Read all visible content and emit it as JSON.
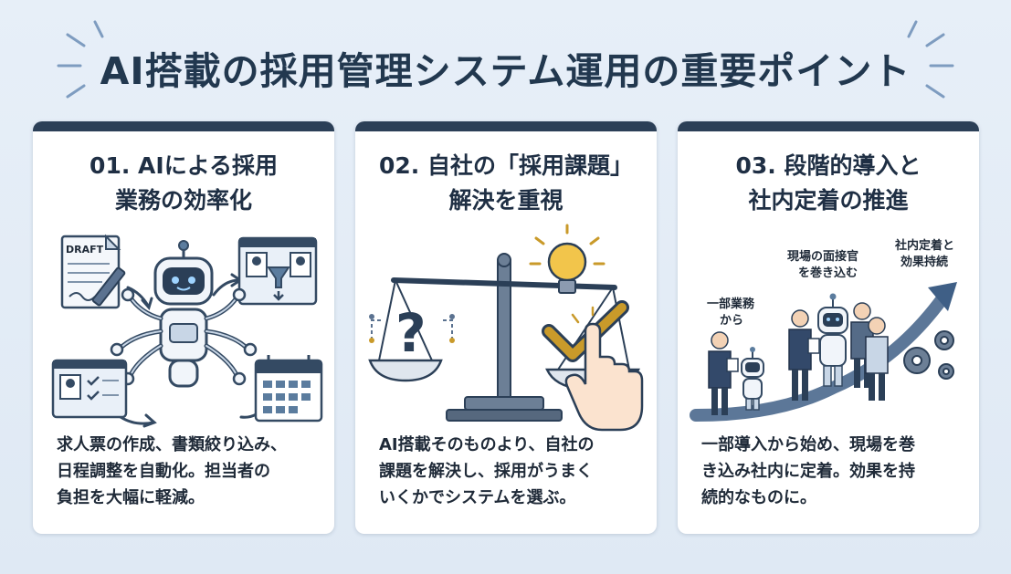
{
  "title": "AI搭載の採用管理システム運用の重要ポイント",
  "cards": [
    {
      "heading_line1": "01. AIによる採用",
      "heading_line2": "業務の効率化",
      "body_line1": "求人票の作成、書類絞り込み、",
      "body_line2": "日程調整を自動化。担当者の",
      "body_line3": "負担を大幅に軽減。",
      "illustration": {
        "draft_label": "DRAFT"
      }
    },
    {
      "heading_line1": "02. 自社の「採用課題」",
      "heading_line2": "解決を重視",
      "body_line1": "AI搭載そのものより、自社の",
      "body_line2": "課題を解決し、採用がうまく",
      "body_line3": "いくかでシステムを選ぶ。"
    },
    {
      "heading_line1": "03. 段階的導入と",
      "heading_line2": "社内定着の推進",
      "body_line1": "一部導入から始め、現場を巻",
      "body_line2": "き込み社内に定着。効果を持",
      "body_line3": "続的なものに。",
      "illustration": {
        "step1_line1": "一部業務",
        "step1_line2": "から",
        "step2_line1": "現場の面接官",
        "step2_line2": "を巻き込む",
        "step3_line1": "社内定着と",
        "step3_line2": "効果持続"
      }
    }
  ],
  "colors": {
    "navy": "#2b3f57",
    "accent_gold": "#c99a2a",
    "background": "#e4edf7"
  }
}
